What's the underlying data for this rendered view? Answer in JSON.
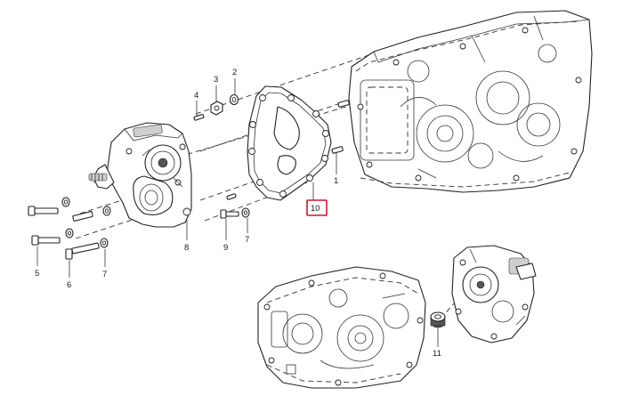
{
  "callouts": [
    {
      "id": "1",
      "label": "1"
    },
    {
      "id": "2",
      "label": "2"
    },
    {
      "id": "3",
      "label": "3"
    },
    {
      "id": "4",
      "label": "4"
    },
    {
      "id": "5",
      "label": "5"
    },
    {
      "id": "6",
      "label": "6"
    },
    {
      "id": "7a",
      "label": "7"
    },
    {
      "id": "7b",
      "label": "7"
    },
    {
      "id": "8",
      "label": "8"
    },
    {
      "id": "9",
      "label": "9"
    },
    {
      "id": "10",
      "label": "10",
      "highlighted": true
    },
    {
      "id": "11",
      "label": "11"
    }
  ],
  "colors": {
    "highlight": "#d0152a",
    "line": "#222222",
    "background": "#ffffff"
  }
}
